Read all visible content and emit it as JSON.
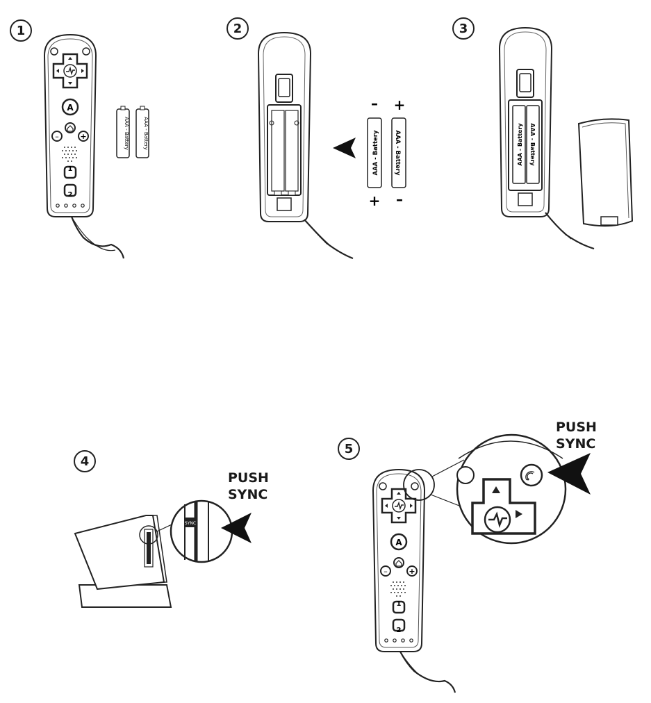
{
  "steps": [
    {
      "number": "1"
    },
    {
      "number": "2"
    },
    {
      "number": "3"
    },
    {
      "number": "4"
    },
    {
      "number": "5"
    }
  ],
  "battery": {
    "label": "AAA - Battery",
    "plus": "+",
    "minus": "–"
  },
  "remote_buttons": {
    "a": "A",
    "one": "1",
    "two": "2",
    "plus": "+",
    "minus": "–"
  },
  "console": {
    "sync_label": "SYNC"
  },
  "callouts": {
    "step4": {
      "line1": "PUSH",
      "line2": "SYNC"
    },
    "step5": {
      "line1": "PUSH",
      "line2": "SYNC"
    }
  }
}
